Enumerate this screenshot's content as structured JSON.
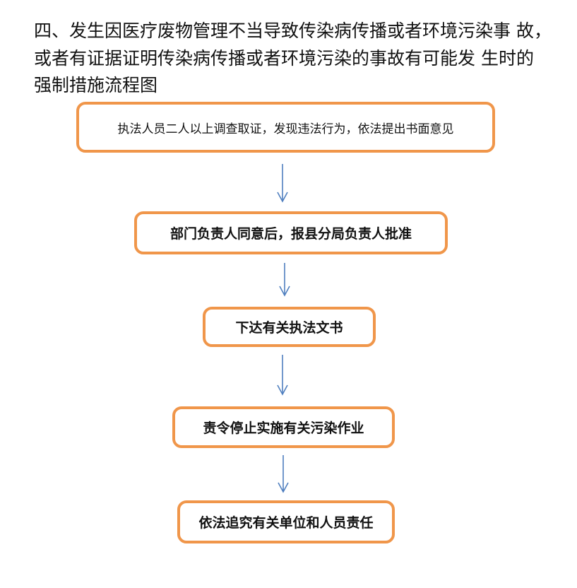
{
  "title": {
    "line1": "四、发生因医疗废物管理不当导致传染病传播或者环境污染事 故，",
    "line2": "或者有证据证明传染病传播或者环境污染的事故有可能发 生时的",
    "line3": "强制措施流程图"
  },
  "steps": [
    {
      "label": "执法人员二人以上调查取证，发现违法行为，依法提出书面意见"
    },
    {
      "label": "部门负责人同意后，报县分局负责人批准"
    },
    {
      "label": "下达有关执法文书"
    },
    {
      "label": "责令停止实施有关污染作业"
    },
    {
      "label": "依法追究有关单位和人员责任"
    }
  ],
  "colors": {
    "box_border": "#f0964a",
    "arrow": "#4f7fbf"
  }
}
